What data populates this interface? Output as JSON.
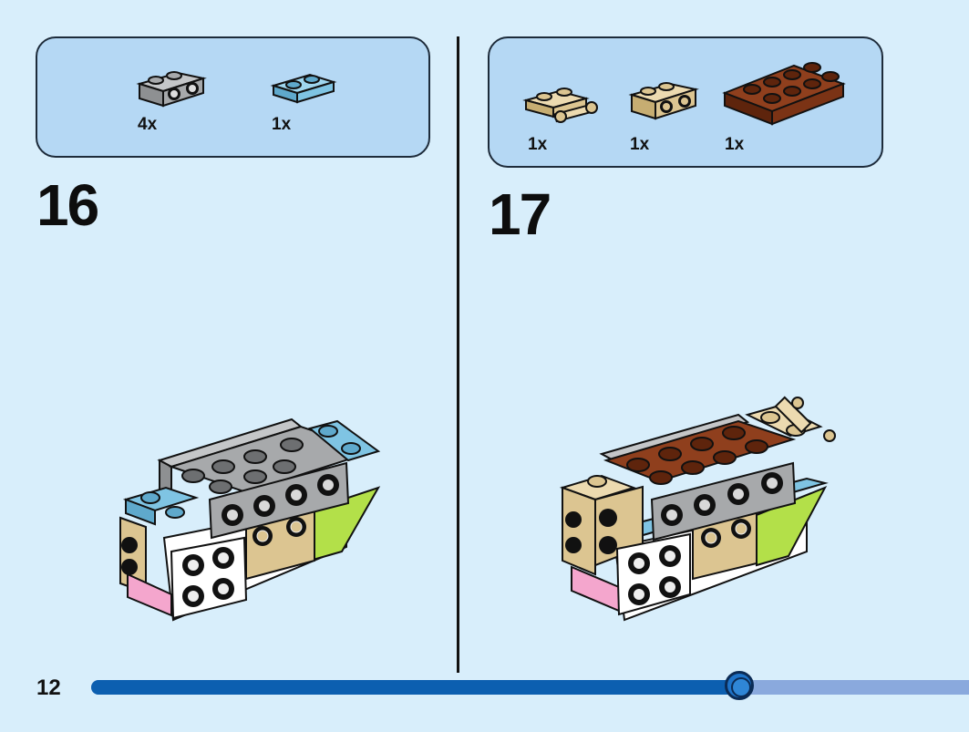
{
  "page_number": "12",
  "progress": {
    "fraction": 0.74
  },
  "steps": [
    {
      "number": "16",
      "parts": [
        {
          "qty": "4x",
          "piece": "light-gray-bracket"
        },
        {
          "qty": "1x",
          "piece": "medium-azure-plate-1x2"
        }
      ]
    },
    {
      "number": "17",
      "parts": [
        {
          "qty": "1x",
          "piece": "tan-plate-with-handle"
        },
        {
          "qty": "1x",
          "piece": "tan-bracket"
        },
        {
          "qty": "1x",
          "piece": "reddish-brown-plate-2x4"
        }
      ]
    }
  ],
  "colors": {
    "background": "#d8eefb",
    "panel": "#b5d8f4",
    "progress_fill": "#0c5fb0",
    "progress_track": "#8aa9dd",
    "gray": "#a7a9ab",
    "azure": "#7fc4e3",
    "tan": "#dcc591",
    "brown": "#7b3315",
    "lime": "#b3e049",
    "pink": "#f4a6cd"
  }
}
